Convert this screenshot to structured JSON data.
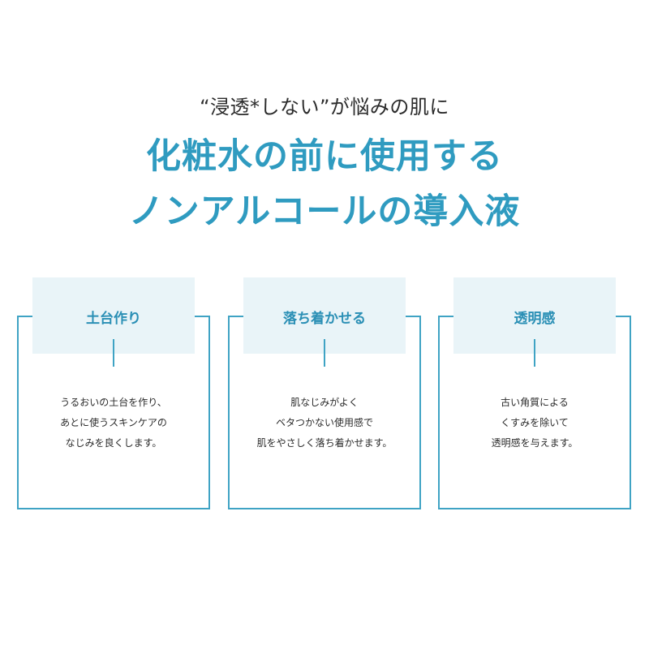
{
  "header": {
    "subtitle": "“浸透*しない”が悩みの肌に",
    "headline_line1": "化粧水の前に使用する",
    "headline_line2": "ノンアルコールの導入液"
  },
  "cards": [
    {
      "label": "土台作り",
      "lines": [
        "うるおいの土台を作り、",
        "あとに使うスキンケアの",
        "なじみを良くします。"
      ]
    },
    {
      "label": "落ち着かせる",
      "lines": [
        "肌なじみがよく",
        "ベタつかない使用感で",
        "肌をやさしく落ち着かせます。"
      ]
    },
    {
      "label": "透明感",
      "lines": [
        "古い角質による",
        "くすみを除いて",
        "透明感を与えます。"
      ]
    }
  ],
  "colors": {
    "accent": "#2f9bc0",
    "frame": "#3fa3c4",
    "label_bg": "#e9f4f8"
  }
}
